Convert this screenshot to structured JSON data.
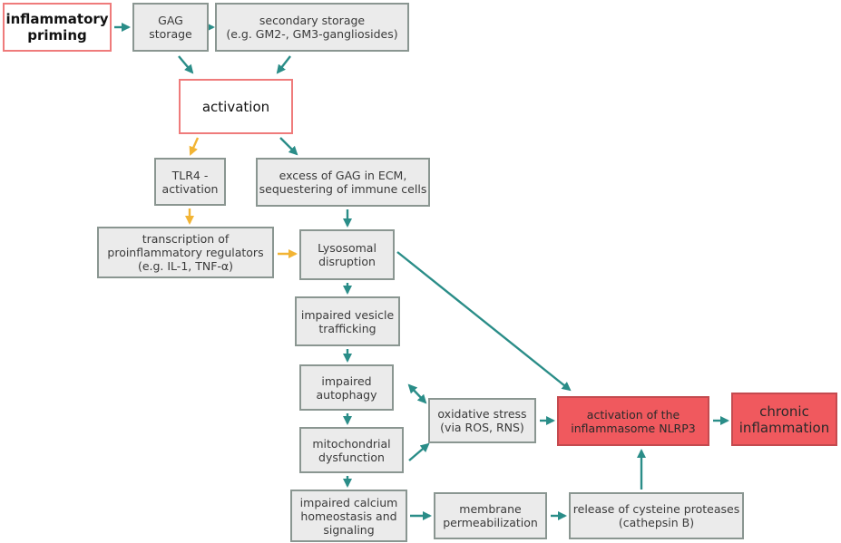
{
  "colors": {
    "box_fill": "#ebebeb",
    "box_border": "#8a9691",
    "highlight_outline": "#ef7b7b",
    "highlight_fill": "#f0595e",
    "arrow_teal": "#2a8d88",
    "arrow_yellow": "#f2b434"
  },
  "nodes": {
    "inflammatory_priming": {
      "lines": [
        "inflammatory",
        "priming"
      ]
    },
    "gag_storage": {
      "lines": [
        "GAG",
        "storage"
      ]
    },
    "secondary_storage": {
      "lines": [
        "secondary storage",
        "(e.g. GM2-, GM3-gangliosides)"
      ]
    },
    "activation": {
      "lines": [
        "activation"
      ]
    },
    "tlr4": {
      "lines": [
        "TLR4 -",
        "activation"
      ]
    },
    "excess_gag": {
      "lines": [
        "excess of GAG in ECM,",
        "sequestering of immune cells"
      ]
    },
    "transcription": {
      "lines": [
        "transcription of",
        "proinflammatory regulators",
        "(e.g. IL-1, TNF-α)"
      ]
    },
    "lysosomal": {
      "lines": [
        "Lysosomal",
        "disruption"
      ]
    },
    "vesicle": {
      "lines": [
        "impaired vesicle",
        "trafficking"
      ]
    },
    "autophagy": {
      "lines": [
        "impaired",
        "autophagy"
      ]
    },
    "mitochondrial": {
      "lines": [
        "mitochondrial",
        "dysfunction"
      ]
    },
    "oxidative": {
      "lines": [
        "oxidative stress",
        "(via ROS, RNS)"
      ]
    },
    "nlrp3": {
      "lines": [
        "activation of the",
        "inflammasome NLRP3"
      ]
    },
    "chronic": {
      "lines": [
        "chronic",
        "inflammation"
      ]
    },
    "calcium": {
      "lines": [
        "impaired calcium",
        "homeostasis and",
        "signaling"
      ]
    },
    "membrane": {
      "lines": [
        "membrane",
        "permeabilization"
      ]
    },
    "release": {
      "lines": [
        "release of cysteine proteases",
        "(cathepsin B)"
      ]
    }
  },
  "edges": [
    {
      "from": "inflammatory_priming",
      "to": "gag_storage",
      "color": "teal"
    },
    {
      "from": "gag_storage",
      "to": "secondary_storage",
      "color": "teal"
    },
    {
      "from": "gag_storage",
      "to": "activation",
      "color": "teal"
    },
    {
      "from": "secondary_storage",
      "to": "activation",
      "color": "teal"
    },
    {
      "from": "activation",
      "to": "tlr4",
      "color": "yellow"
    },
    {
      "from": "activation",
      "to": "excess_gag",
      "color": "teal"
    },
    {
      "from": "tlr4",
      "to": "transcription",
      "color": "yellow"
    },
    {
      "from": "transcription",
      "to": "lysosomal",
      "color": "yellow"
    },
    {
      "from": "excess_gag",
      "to": "lysosomal",
      "color": "teal"
    },
    {
      "from": "lysosomal",
      "to": "vesicle",
      "color": "teal"
    },
    {
      "from": "lysosomal",
      "to": "nlrp3",
      "color": "teal"
    },
    {
      "from": "vesicle",
      "to": "autophagy",
      "color": "teal"
    },
    {
      "from": "autophagy",
      "to": "mitochondrial",
      "color": "teal"
    },
    {
      "from": "autophagy",
      "to": "oxidative",
      "color": "teal",
      "bidirectional": true
    },
    {
      "from": "mitochondrial",
      "to": "oxidative",
      "color": "teal"
    },
    {
      "from": "mitochondrial",
      "to": "calcium",
      "color": "teal"
    },
    {
      "from": "oxidative",
      "to": "nlrp3",
      "color": "teal"
    },
    {
      "from": "nlrp3",
      "to": "chronic",
      "color": "teal"
    },
    {
      "from": "calcium",
      "to": "membrane",
      "color": "teal"
    },
    {
      "from": "membrane",
      "to": "release",
      "color": "teal"
    },
    {
      "from": "release",
      "to": "nlrp3",
      "color": "teal"
    }
  ]
}
